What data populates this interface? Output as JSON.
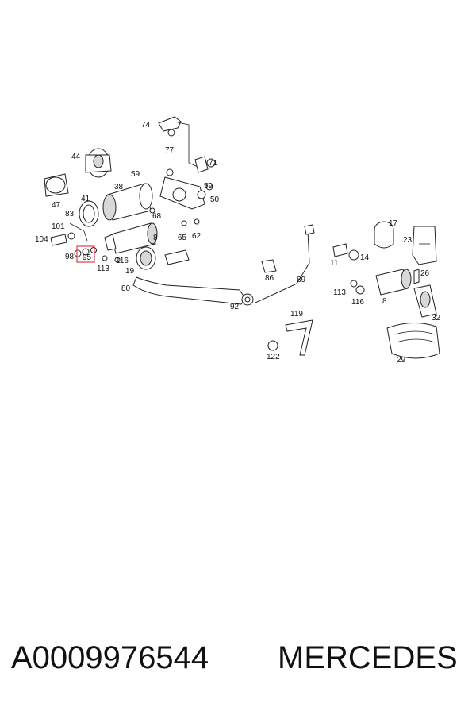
{
  "diagram": {
    "highlight_color": "#e05a6a",
    "highlighted_label": "95",
    "labels": [
      "74",
      "77",
      "71",
      "44",
      "59",
      "38",
      "59",
      "47",
      "41",
      "50",
      "68",
      "83",
      "65",
      "62",
      "101",
      "8",
      "104",
      "98",
      "95",
      "116",
      "113",
      "19",
      "80",
      "86",
      "89",
      "92",
      "11",
      "14",
      "17",
      "23",
      "26",
      "113",
      "116",
      "8",
      "32",
      "119",
      "122",
      "29"
    ]
  },
  "caption": {
    "part_number": "A0009976544",
    "brand": "MERCEDES"
  }
}
